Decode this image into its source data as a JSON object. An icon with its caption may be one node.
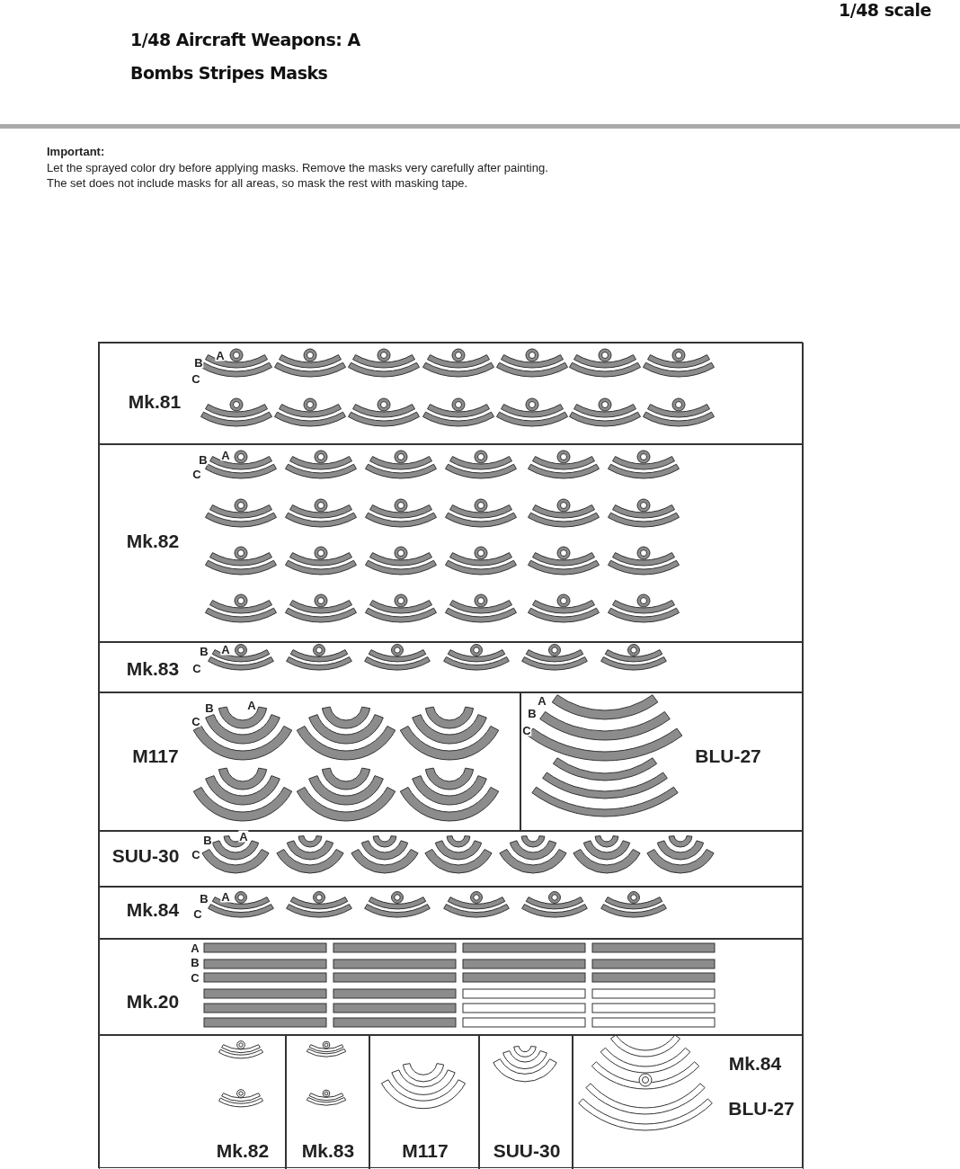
{
  "diagram": {
    "title": "1/48 Aircraft Weapons: A",
    "nodes": [
      {
        "text": [],
        "shape": "box"
      },
      {
        "text": [
          "Mk.81"
        ],
        "in": 0
      },
      {
        "text": [
          "Mk.82"
        ],
        "in": 0
      },
      {
        "text": [
          "Mk.83"
        ],
        "in": 0
      },
      {
        "text": [
          "M117"
        ],
        "in": 0
      },
      {
        "text": [
          "BLU-27"
        ],
        "in": 0
      },
      {
        "text": [
          "SUU-30"
        ],
        "in": 0
      },
      {
        "text": [
          "Mk.84"
        ],
        "in": 0
      },
      {
        "text": [
          "Mk.20"
        ],
        "in": 0
      },
      {
        "text": [
          "Mk.82"
        ],
        "in": 0
      },
      {
        "text": [
          "Mk.83"
        ],
        "in": 0
      },
      {
        "text": [
          "M117"
        ],
        "in": 0
      },
      {
        "text": [
          "SUU-30"
        ],
        "in": 0
      },
      {
        "text": [
          "Mk.84",
          "BLU-27"
        ],
        "in": 0
      }
    ],
    "edges": [],
    "labels": [
      "1/48 scale",
      "Bombs Stripes Masks",
      "Important:",
      "Let the sprayed color dry before applying masks. Remove the masks very carefully after painting.",
      "The set does not include masks for all areas, so mask the rest with masking tape.",
      "A",
      "B",
      "C",
      "A",
      "B",
      "C",
      "A",
      "B",
      "C",
      "A",
      "B",
      "C",
      "A",
      "B",
      "C",
      "A",
      "B",
      "C",
      "A",
      "B",
      "C",
      "A",
      "B",
      "C"
    ]
  }
}
